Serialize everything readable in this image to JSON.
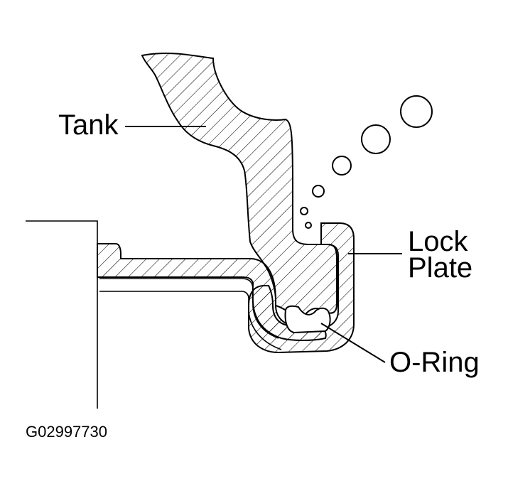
{
  "labels": {
    "tank": "Tank",
    "lock_plate_line1": "Lock",
    "lock_plate_line2": "Plate",
    "o_ring": "O-Ring"
  },
  "figure_code": "G02997730",
  "colors": {
    "ink": "#000000",
    "background": "#ffffff",
    "hatch": "#000000"
  }
}
